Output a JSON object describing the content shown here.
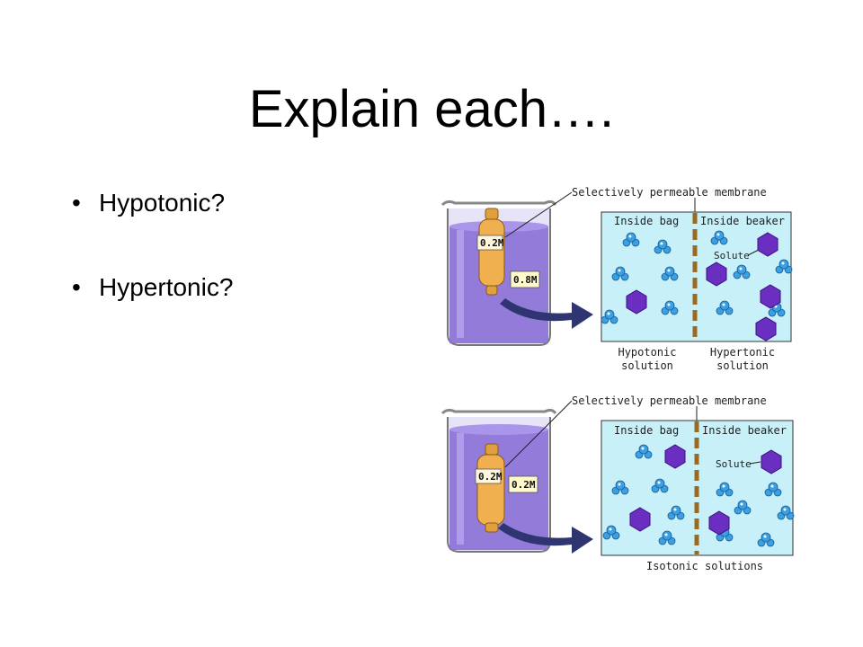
{
  "slide": {
    "title": "Explain each….",
    "bullets": [
      "Hypotonic?",
      "Hypertonic?"
    ]
  },
  "diagrams": [
    {
      "bag_concentration": "0.2M",
      "beaker_concentration": "0.8M",
      "membrane_label": "Selectively permeable membrane",
      "inside_bag_label": "Inside bag",
      "inside_beaker_label": "Inside beaker",
      "solute_label": "Solute",
      "left_caption": [
        "Hypotonic",
        "solution"
      ],
      "right_caption": [
        "Hypertonic",
        "solution"
      ]
    },
    {
      "bag_concentration": "0.2M",
      "beaker_concentration": "0.2M",
      "membrane_label": "Selectively permeable membrane",
      "inside_bag_label": "Inside bag",
      "inside_beaker_label": "Inside beaker",
      "solute_label": "Solute",
      "caption": "Isotonic solutions"
    }
  ],
  "colors": {
    "beaker_liquid": "#8a6fd6",
    "bag": "#f0b050",
    "panel_bg": "#c8f0f8",
    "membrane": "#9a6a20",
    "solute": "#6a2ec0",
    "water": "#3aa0e0",
    "arrow": "#2f3570"
  }
}
